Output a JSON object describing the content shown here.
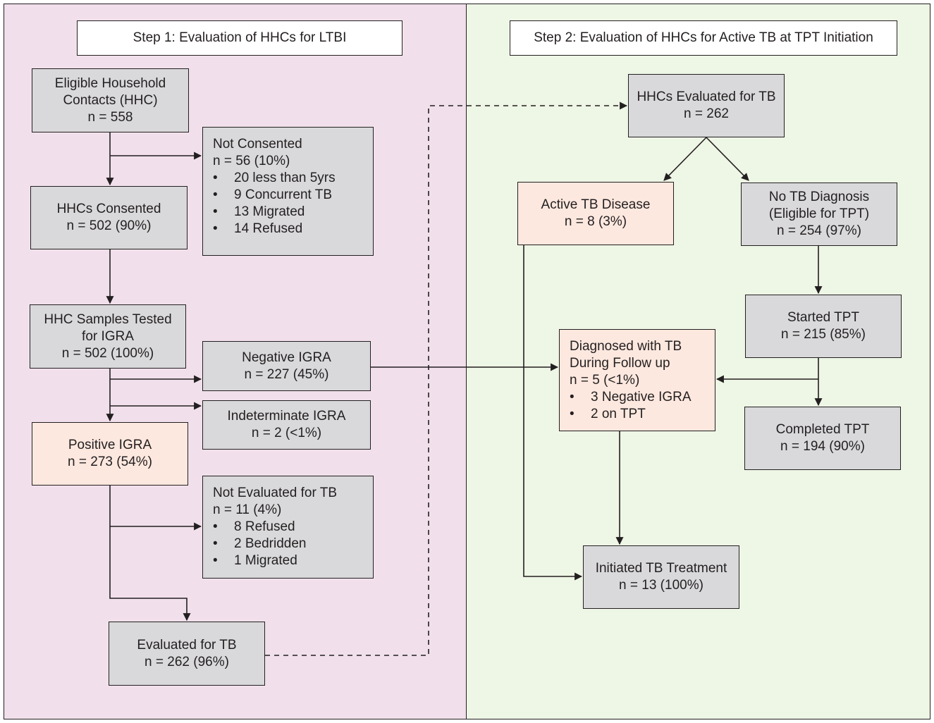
{
  "step1": {
    "title": "Step 1: Evaluation of HHCs for LTBI",
    "eligible": {
      "line1": "Eligible Household",
      "line2": "Contacts (HHC)",
      "line3": "n = 558"
    },
    "not_consented": {
      "title": "Not Consented",
      "count": "n = 56 (10%)",
      "items": [
        "20 less than 5yrs",
        "9 Concurrent TB",
        "13 Migrated",
        "14 Refused"
      ]
    },
    "consented": {
      "line1": "HHCs Consented",
      "line2": "n = 502 (90%)"
    },
    "tested": {
      "line1": "HHC Samples Tested",
      "line2": "for IGRA",
      "line3": "n = 502 (100%)"
    },
    "negative_igra": {
      "line1": "Negative IGRA",
      "line2": "n = 227 (45%)"
    },
    "indeterminate_igra": {
      "line1": "Indeterminate IGRA",
      "line2": "n = 2 (<1%)"
    },
    "positive_igra": {
      "line1": "Positive IGRA",
      "line2": "n = 273 (54%)"
    },
    "not_evaluated": {
      "title": "Not Evaluated for TB",
      "count": "n = 11 (4%)",
      "items": [
        "8 Refused",
        "2 Bedridden",
        "1 Migrated"
      ]
    },
    "evaluated": {
      "line1": "Evaluated for TB",
      "line2": "n = 262 (96%)"
    }
  },
  "step2": {
    "title": "Step 2: Evaluation of HHCs for Active TB at TPT Initiation",
    "evaluated_tb": {
      "line1": "HHCs Evaluated for TB",
      "line2": "n = 262"
    },
    "active_tb": {
      "line1": "Active TB Disease",
      "line2": "n = 8 (3%)"
    },
    "no_tb": {
      "line1": "No TB Diagnosis",
      "line2": "(Eligible for TPT)",
      "line3": "n = 254 (97%)"
    },
    "started_tpt": {
      "line1": "Started TPT",
      "line2": "n = 215 (85%)"
    },
    "diagnosed_followup": {
      "line1": "Diagnosed with TB",
      "line2": "During Follow up",
      "count": "n = 5 (<1%)",
      "items": [
        "3 Negative IGRA",
        "2 on TPT"
      ]
    },
    "completed_tpt": {
      "line1": "Completed TPT",
      "line2": "n = 194 (90%)"
    },
    "initiated_treatment": {
      "line1": "Initiated TB Treatment",
      "line2": "n = 13 (100%)"
    }
  },
  "bullet_glyph": "•",
  "colors": {
    "step1_panel": "#f1e0eb",
    "step2_panel": "#eef6e5",
    "box_gray": "#d9d9db",
    "box_pink": "#fde8df",
    "line": "#231f20"
  }
}
